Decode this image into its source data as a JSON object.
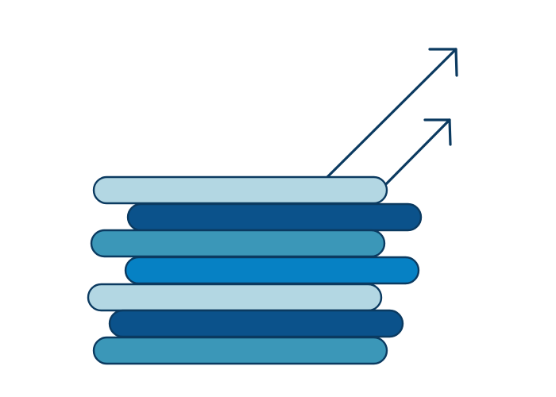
{
  "palette": {
    "background": "#ffffff",
    "outline": "#0b3a60",
    "light_blue": "#b3d7e3",
    "dark_blue": "#0b528b",
    "teal_blue": "#3b97b8",
    "bright_blue": "#0681c4"
  },
  "stack": {
    "bars": [
      {
        "color": "light_blue"
      },
      {
        "color": "dark_blue"
      },
      {
        "color": "teal_blue"
      },
      {
        "color": "bright_blue"
      },
      {
        "color": "light_blue"
      },
      {
        "color": "dark_blue"
      },
      {
        "color": "teal_blue"
      }
    ]
  },
  "arrows": [
    {
      "icon": "trend-up-arrow-icon"
    },
    {
      "icon": "trend-up-arrow-icon"
    }
  ]
}
